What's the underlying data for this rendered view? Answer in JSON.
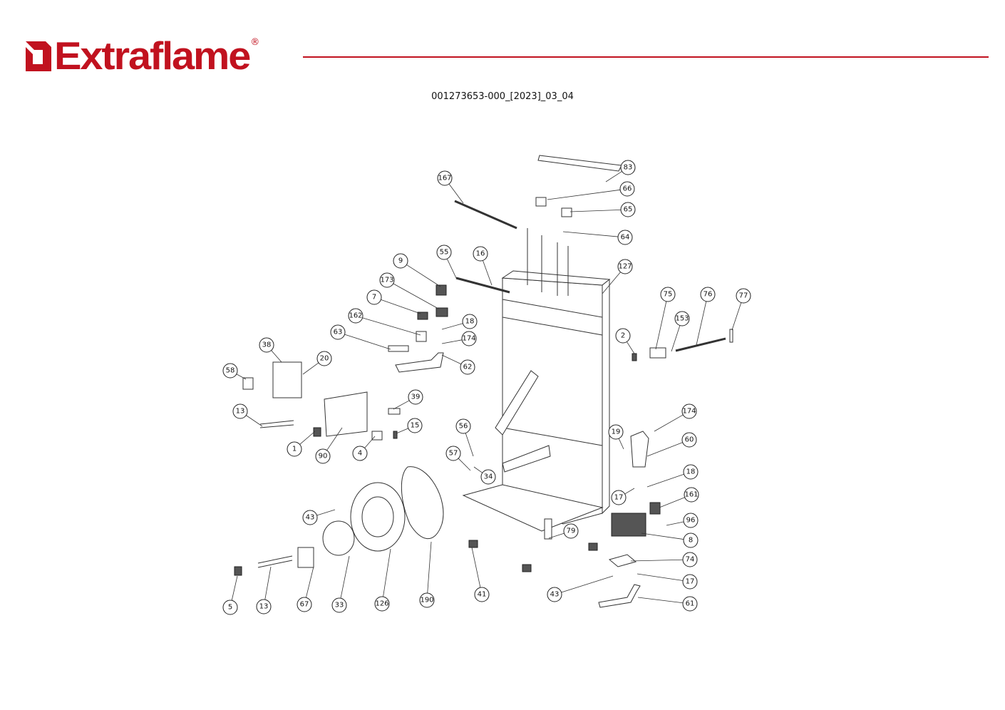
{
  "header": {
    "brand": "Extraflame",
    "registered_mark": "®",
    "document_code": "001273653-000_[2023]_03_04",
    "brand_color": "#c1121f"
  },
  "diagram": {
    "callouts": [
      "83",
      "66",
      "65",
      "167",
      "64",
      "127",
      "55",
      "16",
      "9",
      "173",
      "7",
      "162",
      "18",
      "174",
      "63",
      "62",
      "38",
      "20",
      "58",
      "13",
      "39",
      "15",
      "1",
      "90",
      "4",
      "56",
      "57",
      "34",
      "75",
      "76",
      "77",
      "153",
      "2",
      "174",
      "60",
      "19",
      "18",
      "17",
      "161",
      "96",
      "8",
      "74",
      "17",
      "61",
      "79",
      "41",
      "43",
      "43",
      "5",
      "13",
      "67",
      "33",
      "126",
      "190"
    ]
  }
}
